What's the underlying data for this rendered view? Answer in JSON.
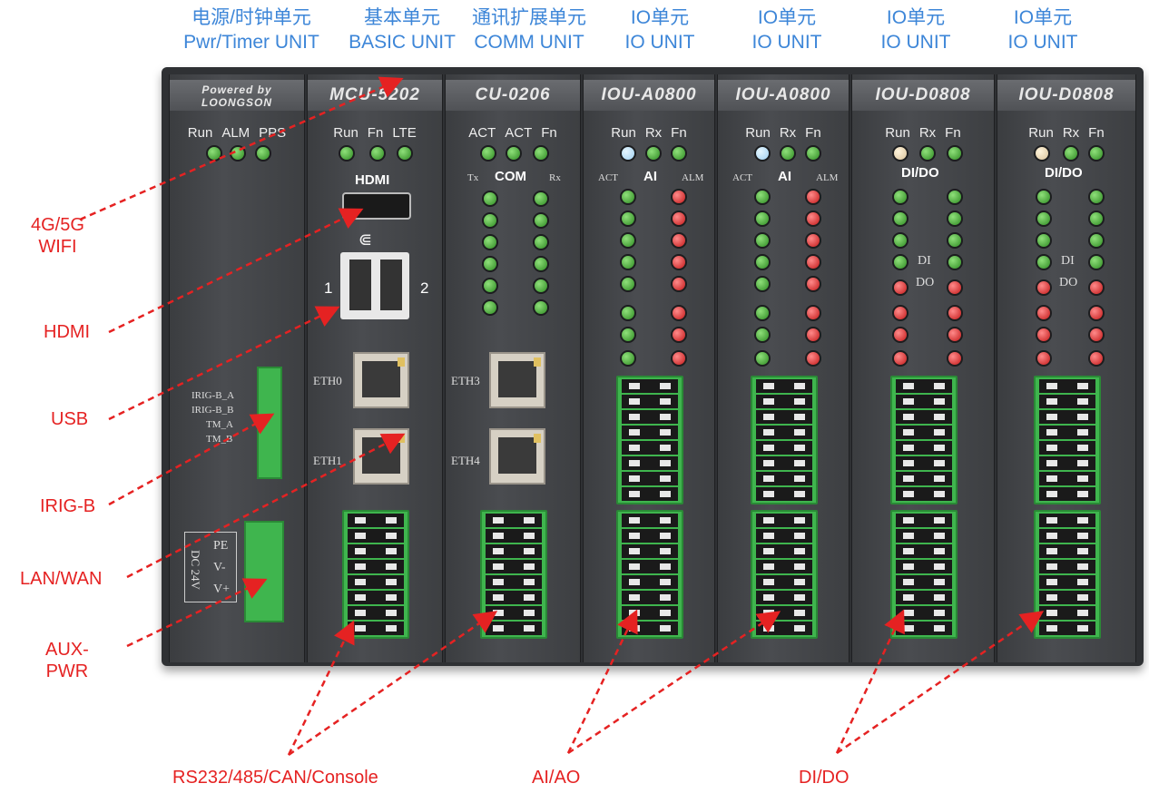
{
  "top_labels": [
    {
      "cn": "电源/时钟单元",
      "en": "Pwr/Timer UNIT"
    },
    {
      "cn": "基本单元",
      "en": "BASIC UNIT"
    },
    {
      "cn": "通讯扩展单元",
      "en": "COMM UNIT"
    },
    {
      "cn": "IO单元",
      "en": "IO UNIT"
    },
    {
      "cn": "IO单元",
      "en": "IO UNIT"
    },
    {
      "cn": "IO单元",
      "en": "IO UNIT"
    },
    {
      "cn": "IO单元",
      "en": "IO UNIT"
    }
  ],
  "modules": [
    {
      "name": "Powered by LOONGSON",
      "leds": [
        "Run",
        "ALM",
        "PPS"
      ]
    },
    {
      "name": "MCU-5202",
      "leds": [
        "Run",
        "Fn",
        "LTE"
      ]
    },
    {
      "name": "CU-0206",
      "leds": [
        "ACT",
        "ACT",
        "Fn"
      ]
    },
    {
      "name": "IOU-A0800",
      "leds": [
        "Run",
        "Rx",
        "Fn"
      ]
    },
    {
      "name": "IOU-A0800",
      "leds": [
        "Run",
        "Rx",
        "Fn"
      ]
    },
    {
      "name": "IOU-D0808",
      "leds": [
        "Run",
        "Rx",
        "Fn"
      ]
    },
    {
      "name": "IOU-D0808",
      "leds": [
        "Run",
        "Rx",
        "Fn"
      ]
    }
  ],
  "panel_text": {
    "hdmi": "HDMI",
    "usb1": "1",
    "usb2": "2",
    "eth0": "ETH0",
    "eth1": "ETH1",
    "eth3": "ETH3",
    "eth4": "ETH4",
    "com": "COM",
    "tx": "Tx",
    "rx": "Rx",
    "ai": "AI",
    "act": "ACT",
    "alm": "ALM",
    "dido": "DI/DO",
    "di": "DI",
    "do": "DO",
    "irig": [
      "IRIG-B_A",
      "IRIG-B_B",
      "TM_A",
      "TM_B"
    ],
    "pwr_pe": "PE",
    "pwr_vm": "V-",
    "pwr_vp": "V+",
    "pwr_dc": "DC 24V"
  },
  "callouts": {
    "left": [
      "4G/5G\nWIFI",
      "HDMI",
      "USB",
      "IRIG-B",
      "LAN/WAN",
      "AUX-\nPWR"
    ],
    "bottom": [
      "RS232/485/CAN/Console",
      "AI/AO",
      "DI/DO"
    ]
  },
  "colors": {
    "blue_label": "#3d86d8",
    "red_label": "#e52222",
    "green_led": "#3fa32e",
    "red_led": "#c21818"
  }
}
